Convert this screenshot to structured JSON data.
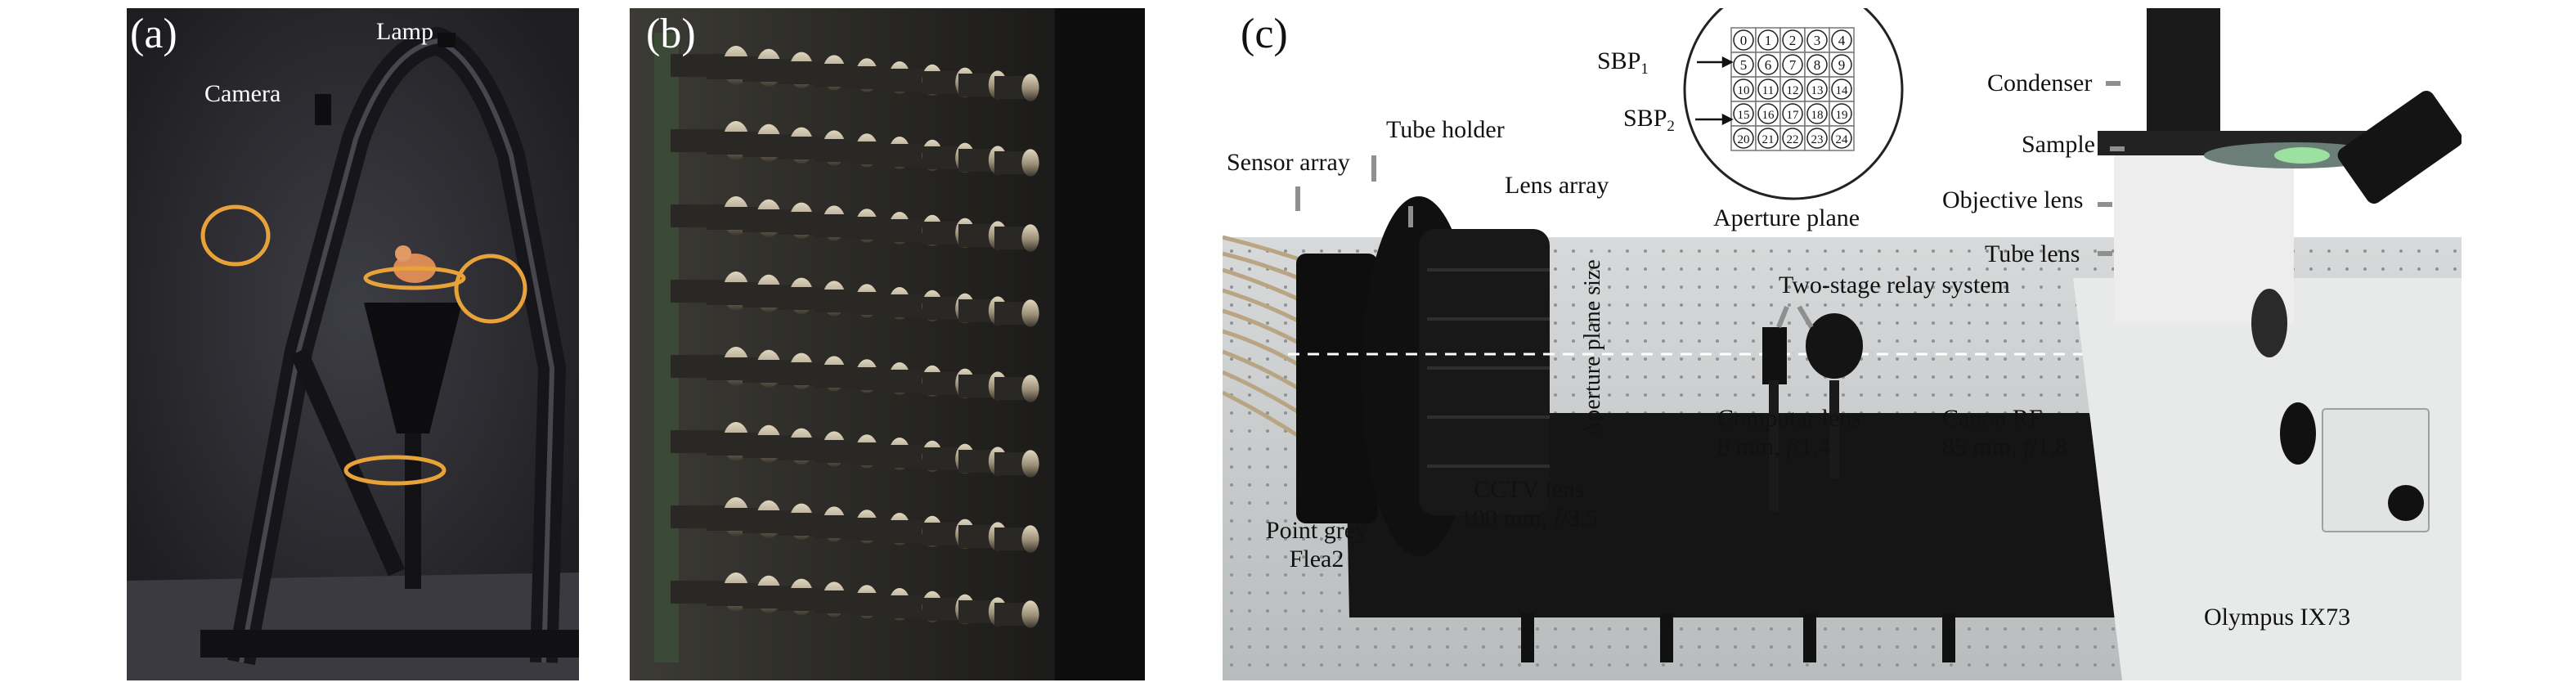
{
  "panels": {
    "a": {
      "label": "(a)",
      "lamp": "Lamp",
      "camera": "Camera"
    },
    "b": {
      "label": "(b)"
    },
    "c": {
      "label": "(c)",
      "sbp1": "SBP",
      "sbp1_sub": "1",
      "sbp2": "SBP",
      "sbp2_sub": "2",
      "aperture_numbers": [
        "0",
        "1",
        "2",
        "3",
        "4",
        "5",
        "6",
        "7",
        "8",
        "9",
        "10",
        "11",
        "12",
        "13",
        "14",
        "15",
        "16",
        "17",
        "18",
        "19",
        "20",
        "21",
        "22",
        "23",
        "24"
      ],
      "aperture_plane": "Aperture plane",
      "sensor_array": "Sensor array",
      "tube_holder": "Tube holder",
      "lens_array": "Lens array",
      "aperture_plane_size": "Aperture plane size",
      "condenser": "Condenser",
      "sample": "Sample",
      "objective_lens": "Objective lens",
      "tube_lens": "Tube lens",
      "relay_system": "Two-stage relay system",
      "computar_line1": "Computar lens",
      "computar_line2": "8 mm, ",
      "computar_f": "f",
      "computar_fval": "/1.4",
      "canon_line1": "Canon RF",
      "canon_line2": "85 mm, ",
      "canon_f": "f",
      "canon_fval": "/1.8",
      "cctv_line1": "CCTV lens",
      "cctv_line2": "100 mm, ",
      "cctv_f": "f",
      "cctv_fval": "/3.5",
      "pointgrey_line1": "Point grey",
      "pointgrey_line2": "Flea2",
      "olympus": "Olympus IX73"
    }
  },
  "colors": {
    "arrow_orange": "#e8a23a",
    "dark_bg": "#2a2a2e",
    "table_gray": "#c9cbcc"
  }
}
